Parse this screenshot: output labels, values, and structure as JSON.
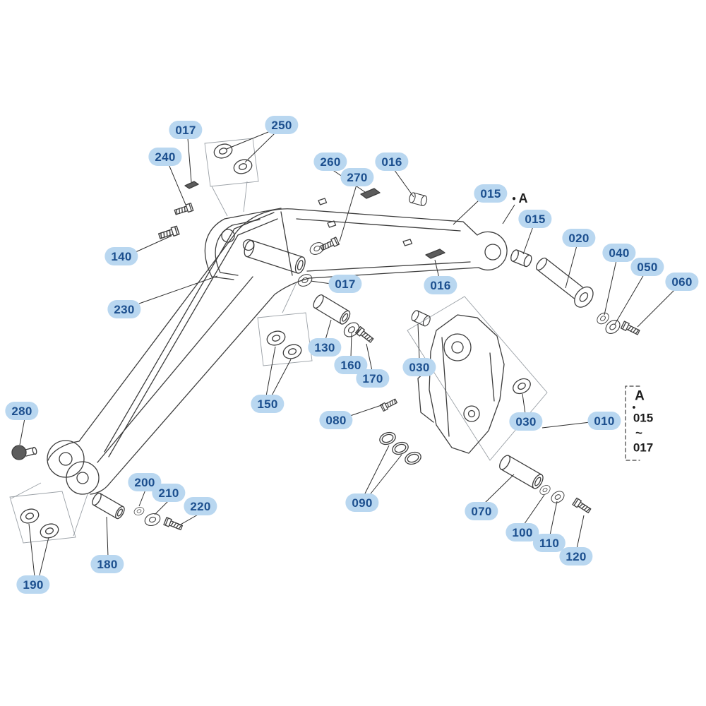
{
  "diagram": {
    "background": "#ffffff",
    "style": {
      "label_bg": "#b9d7f0",
      "label_fg": "#1c4f8e",
      "line_color": "#3d3d3d"
    },
    "labels": [
      {
        "text": "017"
      },
      {
        "text": "250"
      },
      {
        "text": "240"
      },
      {
        "text": "260"
      },
      {
        "text": "270"
      },
      {
        "text": "016"
      },
      {
        "text": "015"
      },
      {
        "text": "015"
      },
      {
        "text": "020"
      },
      {
        "text": "040"
      },
      {
        "text": "050"
      },
      {
        "text": "060"
      },
      {
        "text": "140"
      },
      {
        "text": "230"
      },
      {
        "text": "017"
      },
      {
        "text": "016"
      },
      {
        "text": "130"
      },
      {
        "text": "160"
      },
      {
        "text": "170"
      },
      {
        "text": "030"
      },
      {
        "text": "150"
      },
      {
        "text": "080"
      },
      {
        "text": "030"
      },
      {
        "text": "010"
      },
      {
        "text": "280"
      },
      {
        "text": "200"
      },
      {
        "text": "210"
      },
      {
        "text": "220"
      },
      {
        "text": "090"
      },
      {
        "text": "070"
      },
      {
        "text": "100"
      },
      {
        "text": "110"
      },
      {
        "text": "120"
      },
      {
        "text": "180"
      },
      {
        "text": "190"
      }
    ],
    "annotation": {
      "bullet": "●",
      "marker": "A"
    },
    "legend": {
      "marker": "A",
      "bullet": "●",
      "range_start": "015",
      "range_sep": "~",
      "range_end": "017"
    }
  }
}
